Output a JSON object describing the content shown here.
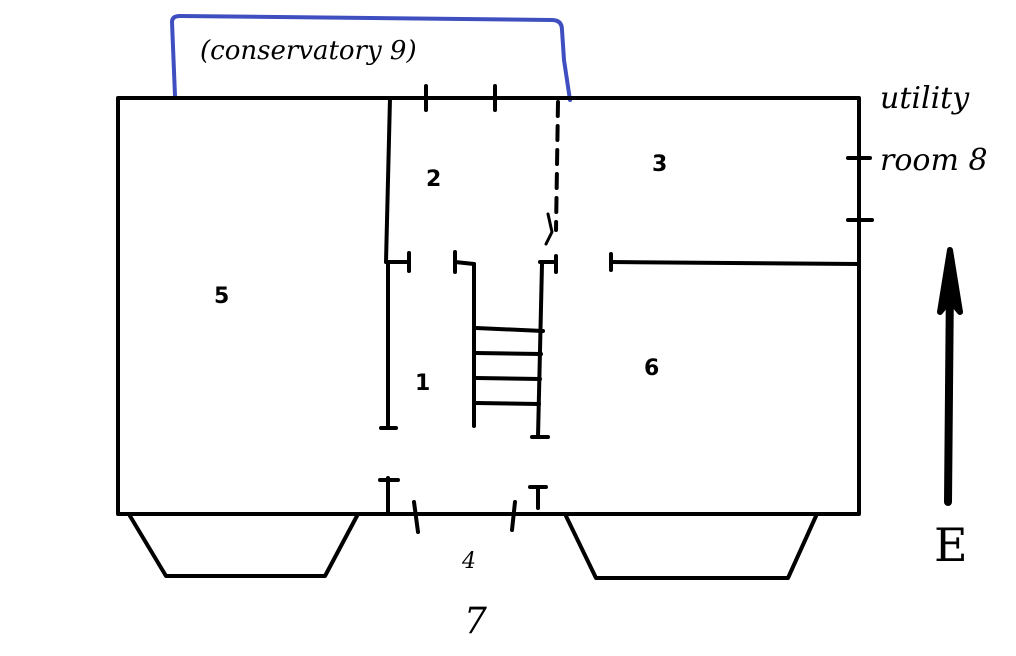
{
  "colors": {
    "ink": "#000000",
    "conservatory": "#3f4fbf",
    "background": "#ffffff"
  },
  "rooms": [
    {
      "id": "room-1",
      "label": "1"
    },
    {
      "id": "room-2",
      "label": "2"
    },
    {
      "id": "room-3",
      "label": "3"
    },
    {
      "id": "room-4",
      "label": "4"
    },
    {
      "id": "room-5",
      "label": "5"
    },
    {
      "id": "room-6",
      "label": "6"
    },
    {
      "id": "room-7",
      "label": "7"
    }
  ],
  "conservatory": {
    "label": "(conservatory 9)"
  },
  "utility": {
    "line1": "utility",
    "line2": "room 8"
  },
  "compass": {
    "direction_label": "E",
    "icon": "arrow-up-icon"
  }
}
